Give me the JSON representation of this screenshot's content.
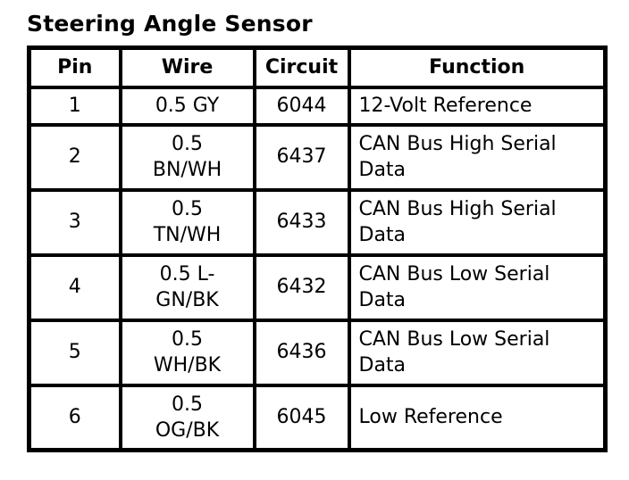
{
  "title": "Steering Angle Sensor",
  "colors": {
    "text": "#000000",
    "background": "#ffffff",
    "border": "#000000"
  },
  "table": {
    "columns": [
      "Pin",
      "Wire",
      "Circuit",
      "Function"
    ],
    "rows": [
      {
        "pin": "1",
        "wire": "0.5 GY",
        "circuit": "6044",
        "function": "12-Volt Reference"
      },
      {
        "pin": "2",
        "wire": "0.5\nBN/WH",
        "circuit": "6437",
        "function": "CAN Bus High Serial\nData"
      },
      {
        "pin": "3",
        "wire": "0.5\nTN/WH",
        "circuit": "6433",
        "function": "CAN Bus High Serial\nData"
      },
      {
        "pin": "4",
        "wire": "0.5 L-\nGN/BK",
        "circuit": "6432",
        "function": "CAN Bus Low Serial\nData"
      },
      {
        "pin": "5",
        "wire": "0.5\nWH/BK",
        "circuit": "6436",
        "function": "CAN Bus Low Serial\nData"
      },
      {
        "pin": "6",
        "wire": "0.5\nOG/BK",
        "circuit": "6045",
        "function": "Low Reference"
      }
    ]
  }
}
